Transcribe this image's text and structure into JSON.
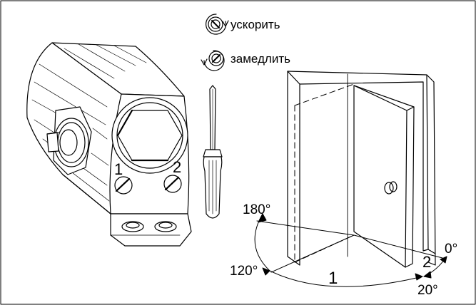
{
  "actions": {
    "speed_up": "ускорить",
    "slow_down": "замедлить"
  },
  "valve_labels": {
    "valve_1": "1",
    "valve_2": "2"
  },
  "angles": {
    "a180": "180°",
    "a120": "120°",
    "a20": "20°",
    "a0": "0°"
  },
  "zones": {
    "zone_1": "1",
    "zone_2": "2"
  },
  "colors": {
    "line": "#000000",
    "background": "#ffffff"
  }
}
